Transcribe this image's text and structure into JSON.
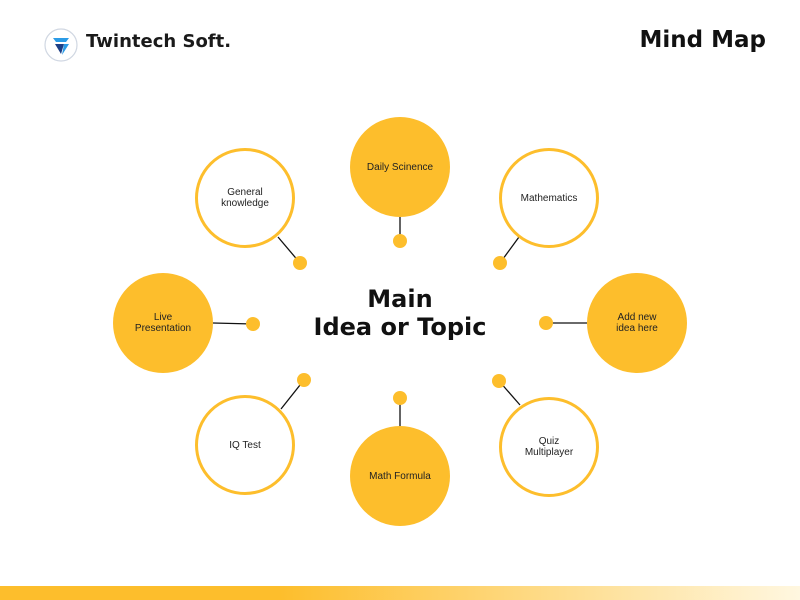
{
  "header": {
    "brand_name": "Twintech Soft.",
    "logo_icon": "twintech-logo-icon",
    "page_title": "Mind Map"
  },
  "center": {
    "line1": "Main",
    "line2": "Idea or Topic"
  },
  "colors": {
    "accent": "#FDBE2C",
    "connector": "#111111"
  },
  "nodes": [
    {
      "label": "Daily Scinence",
      "style": "filled"
    },
    {
      "label": "Mathematics",
      "style": "outline"
    },
    {
      "label": "Add new\nidea here",
      "style": "filled"
    },
    {
      "label": "Quiz\nMultiplayer",
      "style": "outline"
    },
    {
      "label": "Math Formula",
      "style": "filled"
    },
    {
      "label": "IQ Test",
      "style": "outline"
    },
    {
      "label": "Live\nPresentation",
      "style": "filled"
    },
    {
      "label": "General\nknowledge",
      "style": "outline"
    }
  ]
}
